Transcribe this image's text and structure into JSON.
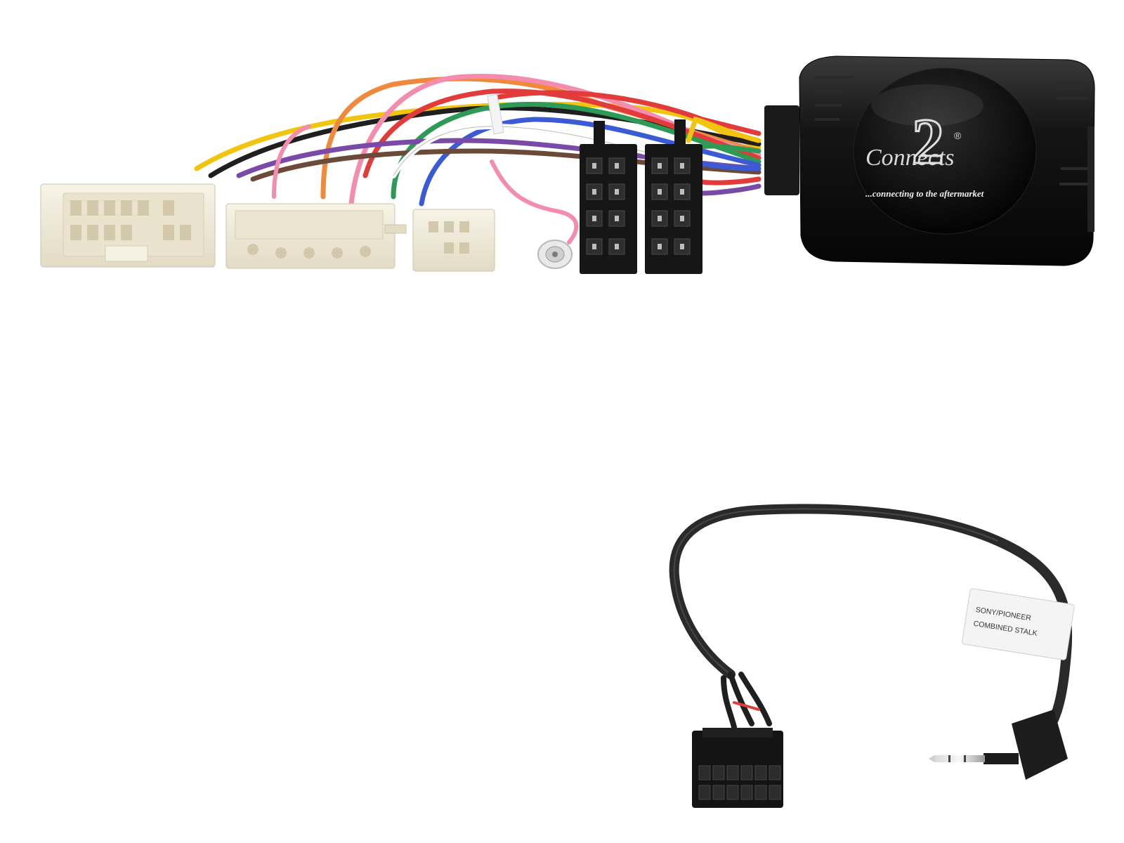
{
  "brand": {
    "name": "Connects",
    "numeral": "2",
    "registered": "®",
    "tagline": "...connecting to the aftermarket"
  },
  "cable": {
    "label_line1": "SONY/PIONEER",
    "label_line2": "COMBINED STALK"
  },
  "colors": {
    "background": "#ffffff",
    "interface_box": "#111111",
    "connector_white": "#efe9d8",
    "iso_connector": "#161616",
    "cable": "#2a2a2a",
    "wire_colors": [
      "#f1c40f",
      "#ef8a3c",
      "#e23b3b",
      "#f48cae",
      "#2e9a55",
      "#3b5bd6",
      "#7a4aa8",
      "#6b4a3a",
      "#9a9a9a",
      "#1f1f1f",
      "#ffffff"
    ]
  },
  "icons": [
    "harness-photo",
    "antenna-adapter-icon",
    "jack-plug-icon"
  ]
}
